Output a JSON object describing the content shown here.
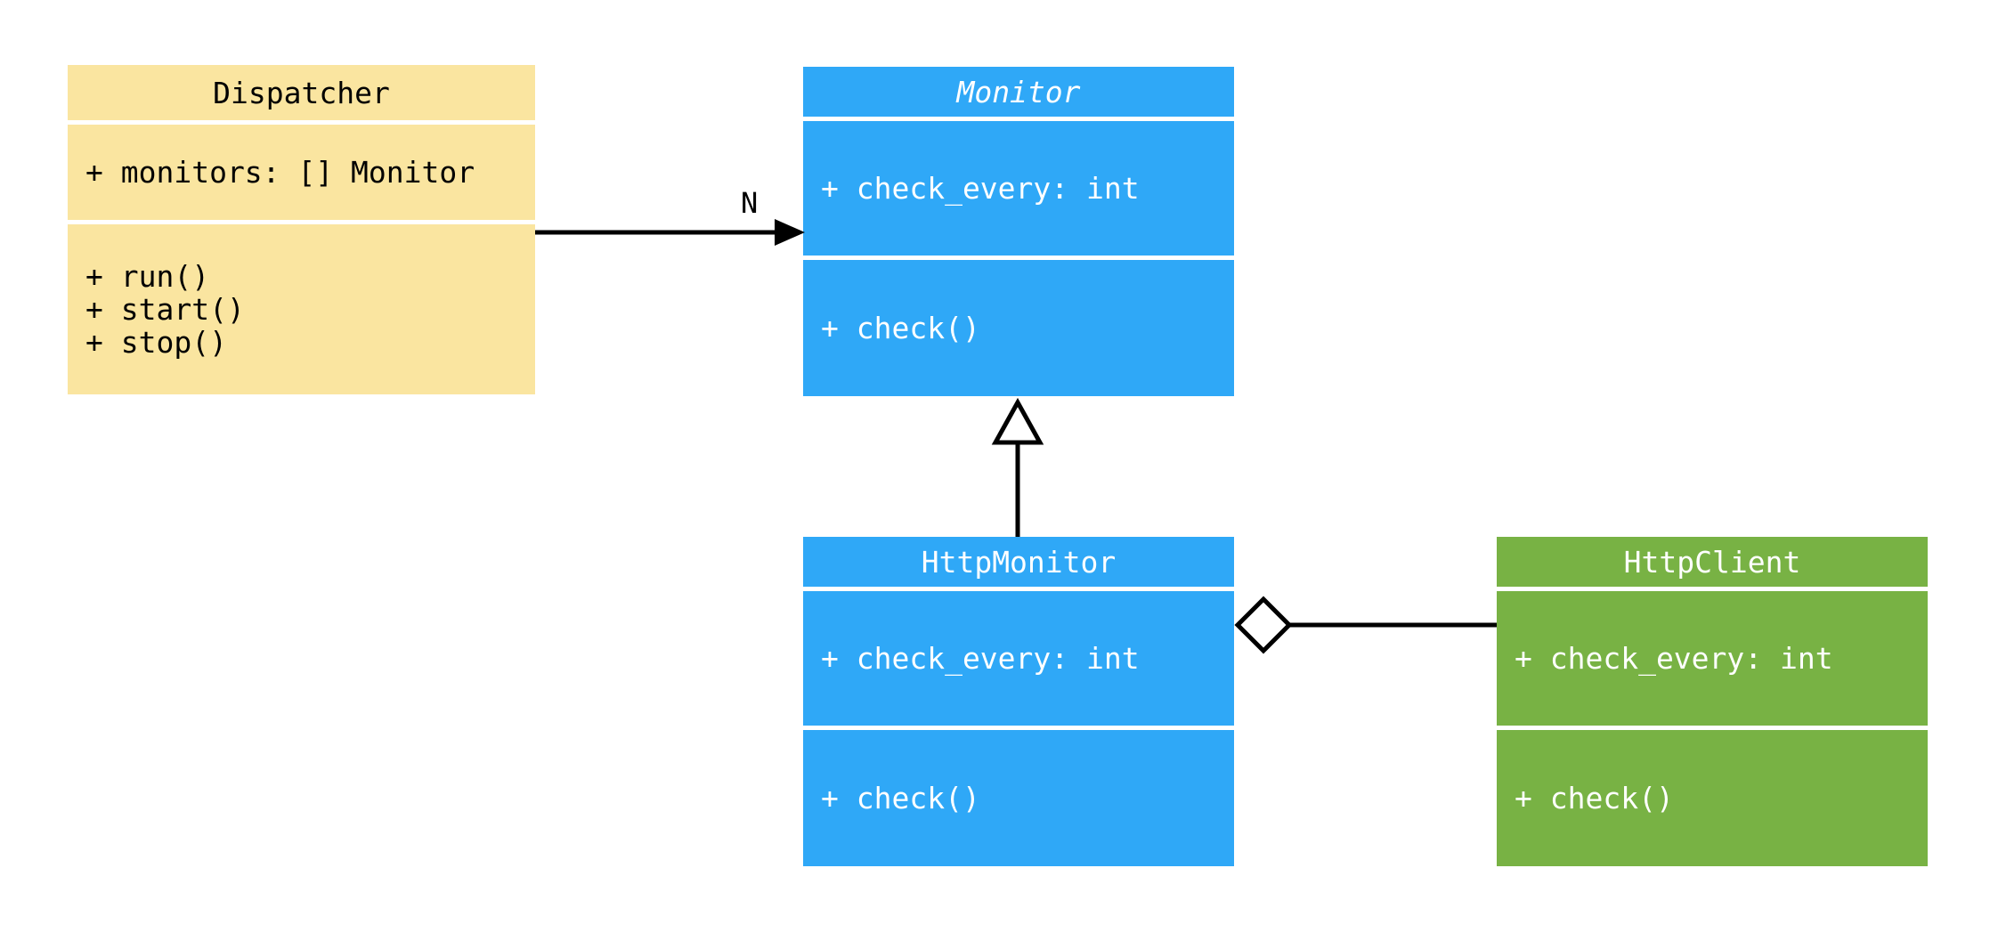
{
  "diagram": {
    "type": "uml-class-diagram",
    "background": "#ffffff",
    "line_color": "#000000",
    "divider_color": "#ffffff",
    "classes": [
      {
        "name": "Dispatcher",
        "abstract": false,
        "bg": "#FAE5A0",
        "text_color": "#000000",
        "attributes": [
          "+ monitors: [] Monitor"
        ],
        "methods": [
          "+ run()",
          "+ start()",
          "+ stop()"
        ]
      },
      {
        "name": "Monitor",
        "abstract": true,
        "bg": "#2FA8F7",
        "text_color": "#FFFFFF",
        "attributes": [
          "+ check_every: int"
        ],
        "methods": [
          "+ check()"
        ]
      },
      {
        "name": "HttpMonitor",
        "abstract": false,
        "bg": "#2FA8F7",
        "text_color": "#FFFFFF",
        "attributes": [
          "+ check_every: int"
        ],
        "methods": [
          "+ check()"
        ]
      },
      {
        "name": "HttpClient",
        "abstract": false,
        "bg": "#78B244",
        "text_color": "#FFFFFF",
        "attributes": [
          "+ check_every: int"
        ],
        "methods": [
          "+ check()"
        ]
      }
    ],
    "relationships": [
      {
        "type": "association",
        "from": "Dispatcher",
        "to": "Monitor",
        "label": "N",
        "arrowhead": "filled-arrow"
      },
      {
        "type": "generalization",
        "from": "HttpMonitor",
        "to": "Monitor",
        "arrowhead": "hollow-triangle"
      },
      {
        "type": "aggregation",
        "from": "HttpMonitor",
        "to": "HttpClient",
        "arrowhead": "hollow-diamond"
      }
    ]
  }
}
